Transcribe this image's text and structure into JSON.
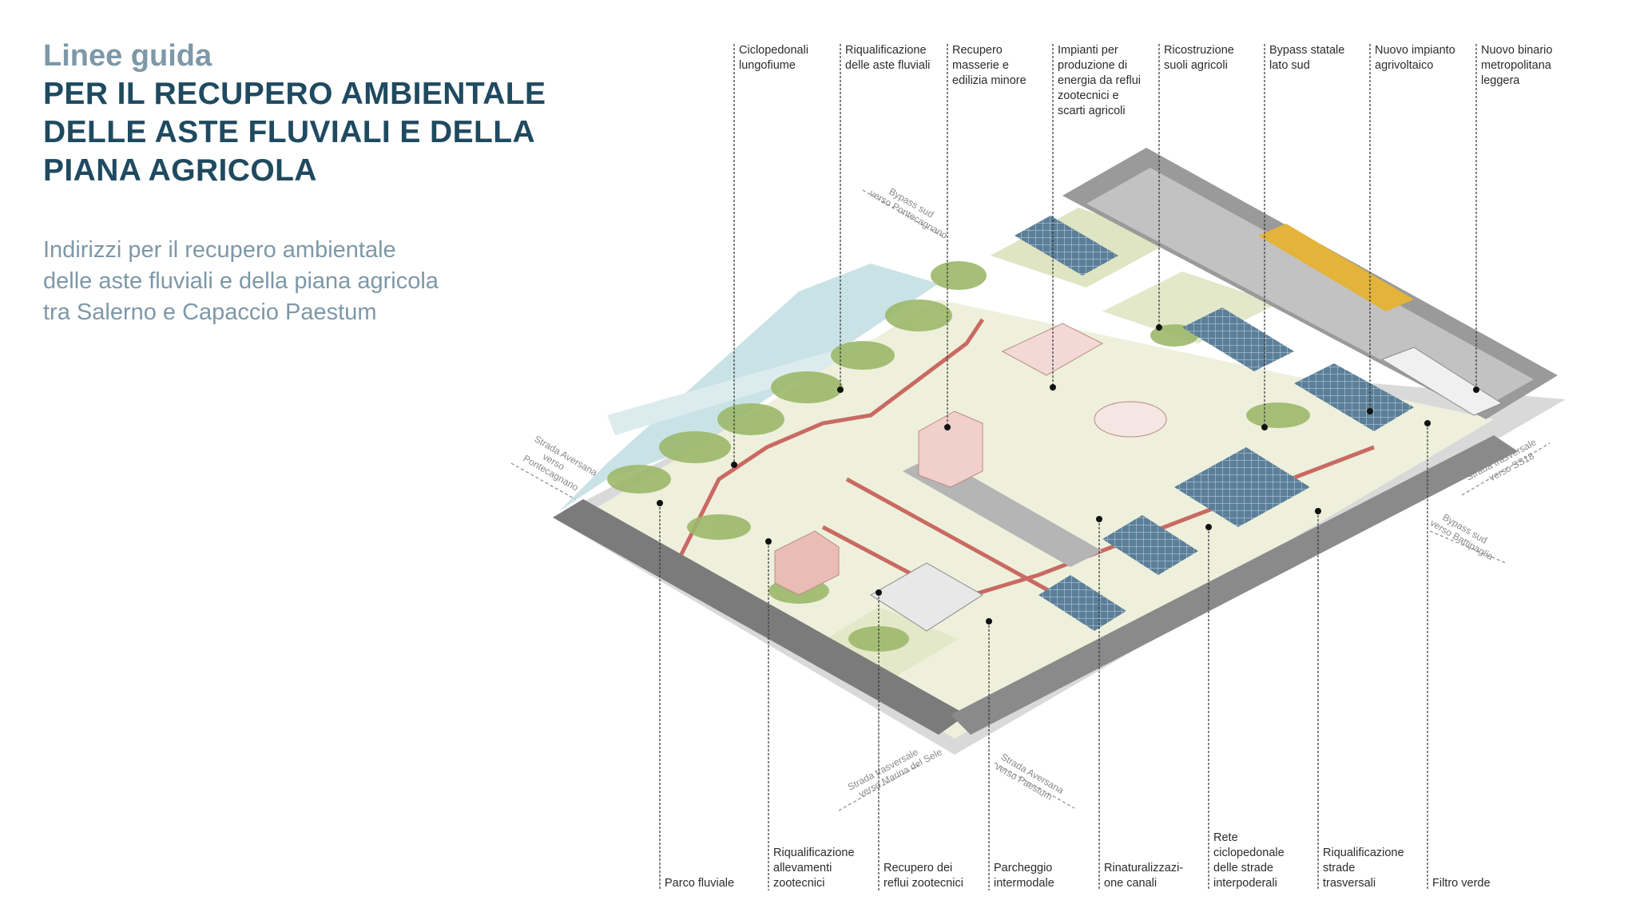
{
  "header": {
    "kicker": "Linee guida",
    "title_lines": [
      "PER IL RECUPERO AMBIENTALE",
      "DELLE ASTE FLUVIALI E DELLA",
      "PIANA AGRICOLA"
    ],
    "subtitle_lines": [
      "Indirizzi per il recupero ambientale",
      "delle aste fluviali e della piana agricola",
      "tra Salerno e Capaccio Paestum"
    ]
  },
  "top_labels": [
    [
      "Ciclopedonali",
      "lungofiume"
    ],
    [
      "Riqualificazione",
      "delle aste fluviali"
    ],
    [
      "Recupero",
      "masserie e",
      "edilizia minore"
    ],
    [
      "Impianti per",
      "produzione di",
      "energia da reflui",
      "zootecnici e",
      "scarti agricoli"
    ],
    [
      "Ricostruzione",
      "suoli agricoli"
    ],
    [
      "Bypass statale",
      "lato sud"
    ],
    [
      "Nuovo impianto",
      "agrivoltaico"
    ],
    [
      "Nuovo binario",
      "metropolitana",
      "leggera"
    ]
  ],
  "bottom_labels": [
    [
      "Parco fluviale"
    ],
    [
      "Riqualificazione",
      "allevamenti",
      "zootecnici"
    ],
    [
      "Recupero dei",
      "reflui zootecnici"
    ],
    [
      "Parcheggio",
      "intermodale"
    ],
    [
      "Rinaturalizzazi-",
      "one canali"
    ],
    [
      "Rete",
      "ciclopedonale",
      "delle strade",
      "interpoderali"
    ],
    [
      "Riqualificazione",
      "strade",
      "trasversali"
    ],
    [
      "Filtro verde"
    ]
  ],
  "road_labels": [
    [
      "Bypass sud",
      "verso Pontecagnano"
    ],
    [
      "Strada Aversana",
      "verso",
      "Pontecagnano"
    ],
    [
      "Strada trasversale",
      "verso SS18"
    ],
    [
      "Bypass sud",
      "verso Battipaglia"
    ],
    [
      "Strada trasversale",
      "verso Marina del Sele"
    ],
    [
      "Strada Aversana",
      "verso Paestum"
    ]
  ],
  "colors": {
    "title": "#1f4a60",
    "kicker": "#7d98a8",
    "water": "#c9e2e5",
    "field": "#e9edd6",
    "trees": "#9cb86a",
    "road": "#7b7b7b",
    "cycle_path": "#c96a62",
    "panels": "#5b7f99"
  }
}
